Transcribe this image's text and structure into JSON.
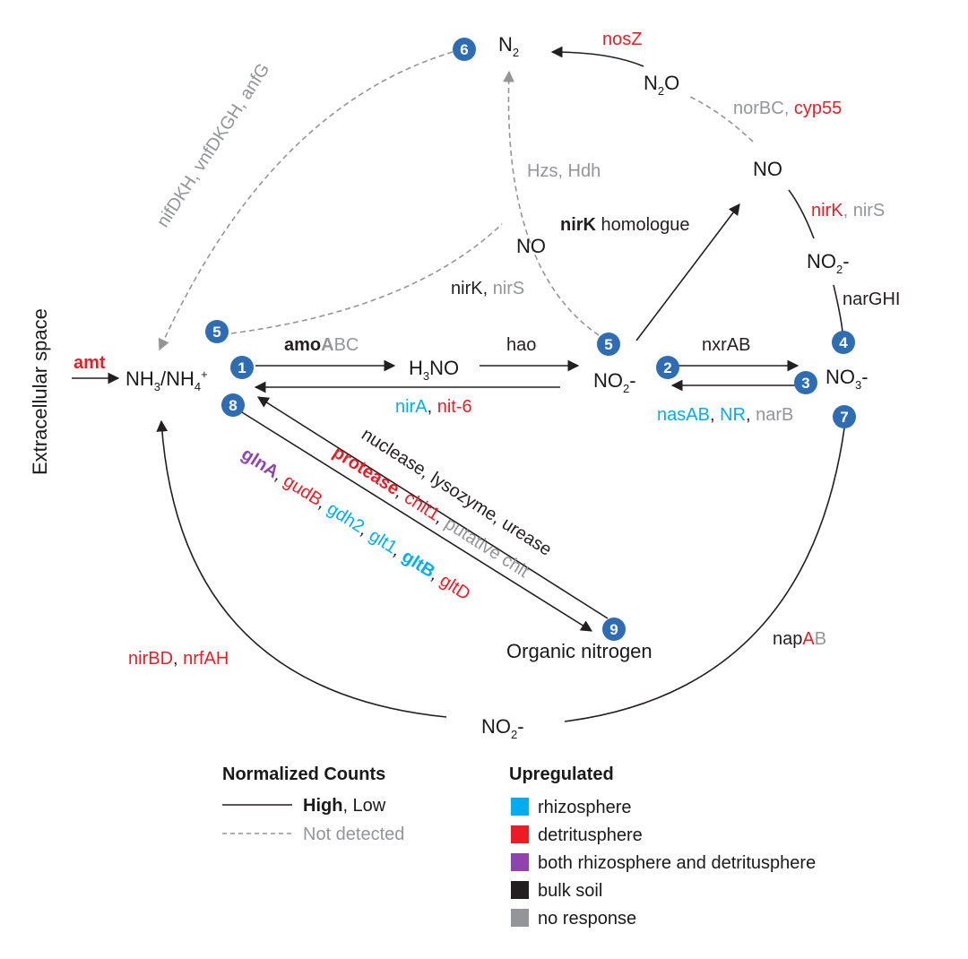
{
  "colors": {
    "rhizosphere": "#00aeef",
    "detritusphere": "#ed1c24",
    "both": "#8e44ad",
    "bulk": "#231f20",
    "no_response": "#939598",
    "badge": "#2e6db4"
  },
  "nodes": {
    "n2": {
      "main": "N",
      "sub": "2"
    },
    "n2o": {
      "main": "N",
      "sub": "2",
      "tail": "O"
    },
    "no_top": "NO",
    "no_mid": "NO",
    "no2_right": {
      "main": "NO",
      "sub": "2",
      "tail": "-"
    },
    "no3": {
      "main": "NO",
      "sub": "3",
      "tail": "-"
    },
    "no2_center": {
      "main": "NO",
      "sub": "2",
      "tail": "-"
    },
    "no2_bottom": {
      "main": "NO",
      "sub": "2",
      "tail": "-"
    },
    "h3no": {
      "main": "H",
      "sub": "3",
      "tail": "NO"
    },
    "nh3": {
      "a": "NH",
      "sub1": "3",
      "b": "/NH",
      "sub2": "4",
      "sup": "+"
    },
    "organic_nitrogen": "Organic nitrogen",
    "extracellular_space": "Extracellular space"
  },
  "badges": {
    "b1": "1",
    "b2": "2",
    "b3": "3",
    "b4": "4",
    "b5_left": "5",
    "b5_center": "5",
    "b6": "6",
    "b7": "7",
    "b8": "8",
    "b9": "9"
  },
  "labels": {
    "amt": "amt",
    "nosZ": "nosZ",
    "norBC": "norBC",
    "norBC_sep": ", ",
    "cyp55": "cyp55",
    "hzs_hdh": "Hzs, Hdh",
    "nirK_homologue_bold": "nirK",
    "nirK_homologue_rest": " homologue",
    "nirK_right": "nirK",
    "nirK_right_sep": ", ",
    "nirS_right": "nirS",
    "narGHI": "narGHI",
    "nirK_left": "nirK",
    "nirK_left_sep": ", ",
    "nirS_left": "nirS",
    "amo_bold": "amo",
    "amo_A": "A",
    "amo_BC": "BC",
    "hao": "hao",
    "nxrAB": "nxrAB",
    "nirA": "nirA",
    "nirA_sep": ", ",
    "nit6": "nit-6",
    "nasAB": "nasAB",
    "nasAB_sep1": ", ",
    "NR": "NR",
    "nasAB_sep2": ", ",
    "narB": "narB",
    "fix": "nifDKH, vnfDKGH, anfG",
    "deg1": "nuclease, lysozyme, urease",
    "deg2_protease": "protease",
    "deg2_sep": ", ",
    "deg2_chit1": "chit1",
    "deg2_sep2": ", ",
    "deg2_putative": "putative chit",
    "assim_glnA": "glnA",
    "assim_sep1": ", ",
    "assim_gudB": "gudB",
    "assim_sep2": ", ",
    "assim_gdh2": "gdh2",
    "assim_sep3": ", ",
    "assim_glt1": "glt1",
    "assim_sep4": ", ",
    "assim_gltB": "gltB",
    "assim_sep5": ", ",
    "assim_gltD": "gltD",
    "nirBD": "nirBD",
    "nirBD_sep": ", ",
    "nrfAH": "nrfAH",
    "nap_n": "nap",
    "nap_A": "A",
    "nap_B": "B"
  },
  "legend": {
    "counts_title": "Normalized Counts",
    "high": "High",
    "high_sep": ", Low",
    "not_detected": "Not detected",
    "upregulated_title": "Upregulated",
    "items": [
      {
        "label": "rhizosphere",
        "color": "#00aeef"
      },
      {
        "label": "detritusphere",
        "color": "#ed1c24"
      },
      {
        "label": "both rhizosphere and detritusphere",
        "color": "#8e44ad"
      },
      {
        "label": "bulk soil",
        "color": "#231f20"
      },
      {
        "label": "no response",
        "color": "#939598"
      }
    ]
  }
}
